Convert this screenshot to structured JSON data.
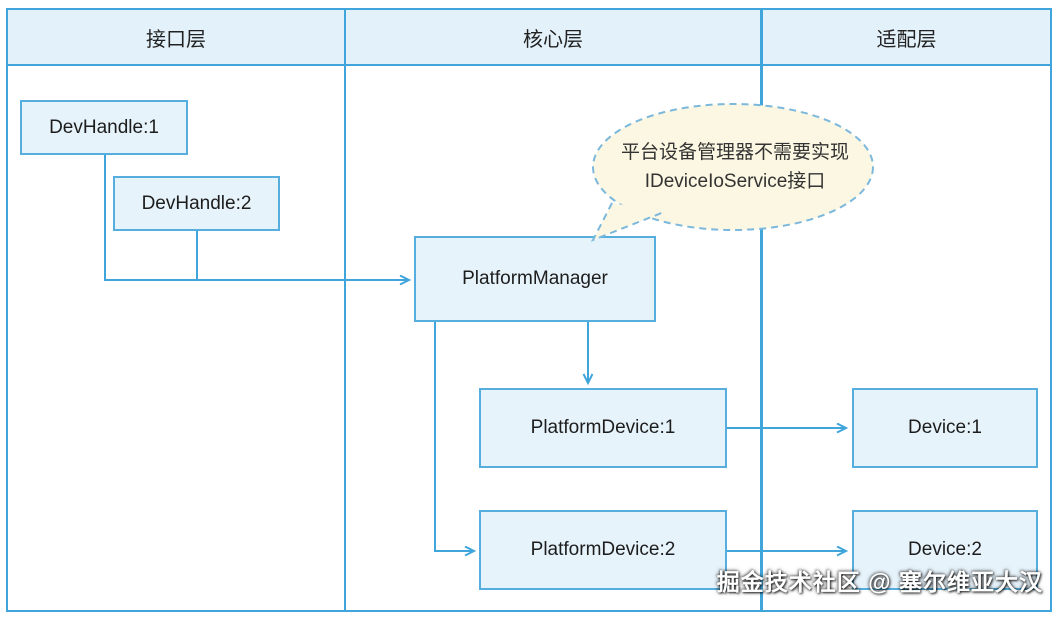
{
  "header": {
    "columns": [
      {
        "label": "接口层"
      },
      {
        "label": "核心层"
      },
      {
        "label": "适配层"
      }
    ]
  },
  "nodes": {
    "devhandle1": "DevHandle:1",
    "devhandle2": "DevHandle:2",
    "platform_manager": "PlatformManager",
    "platform_device1": "PlatformDevice:1",
    "platform_device2": "PlatformDevice:2",
    "device1": "Device:1",
    "device2": "Device:2"
  },
  "callout": {
    "text": "平台设备管理器不需要实现IDeviceIoService接口"
  },
  "watermark": "掘金技术社区 @ 塞尔维亚大汉",
  "colors": {
    "line_blue": "#3FA5DA",
    "node_fill": "#E7F3FB",
    "node_border": "#55AEDD",
    "header_fill": "#E3F1FA",
    "callout_fill": "#FCF7E2",
    "callout_border": "#7BB8DC"
  }
}
